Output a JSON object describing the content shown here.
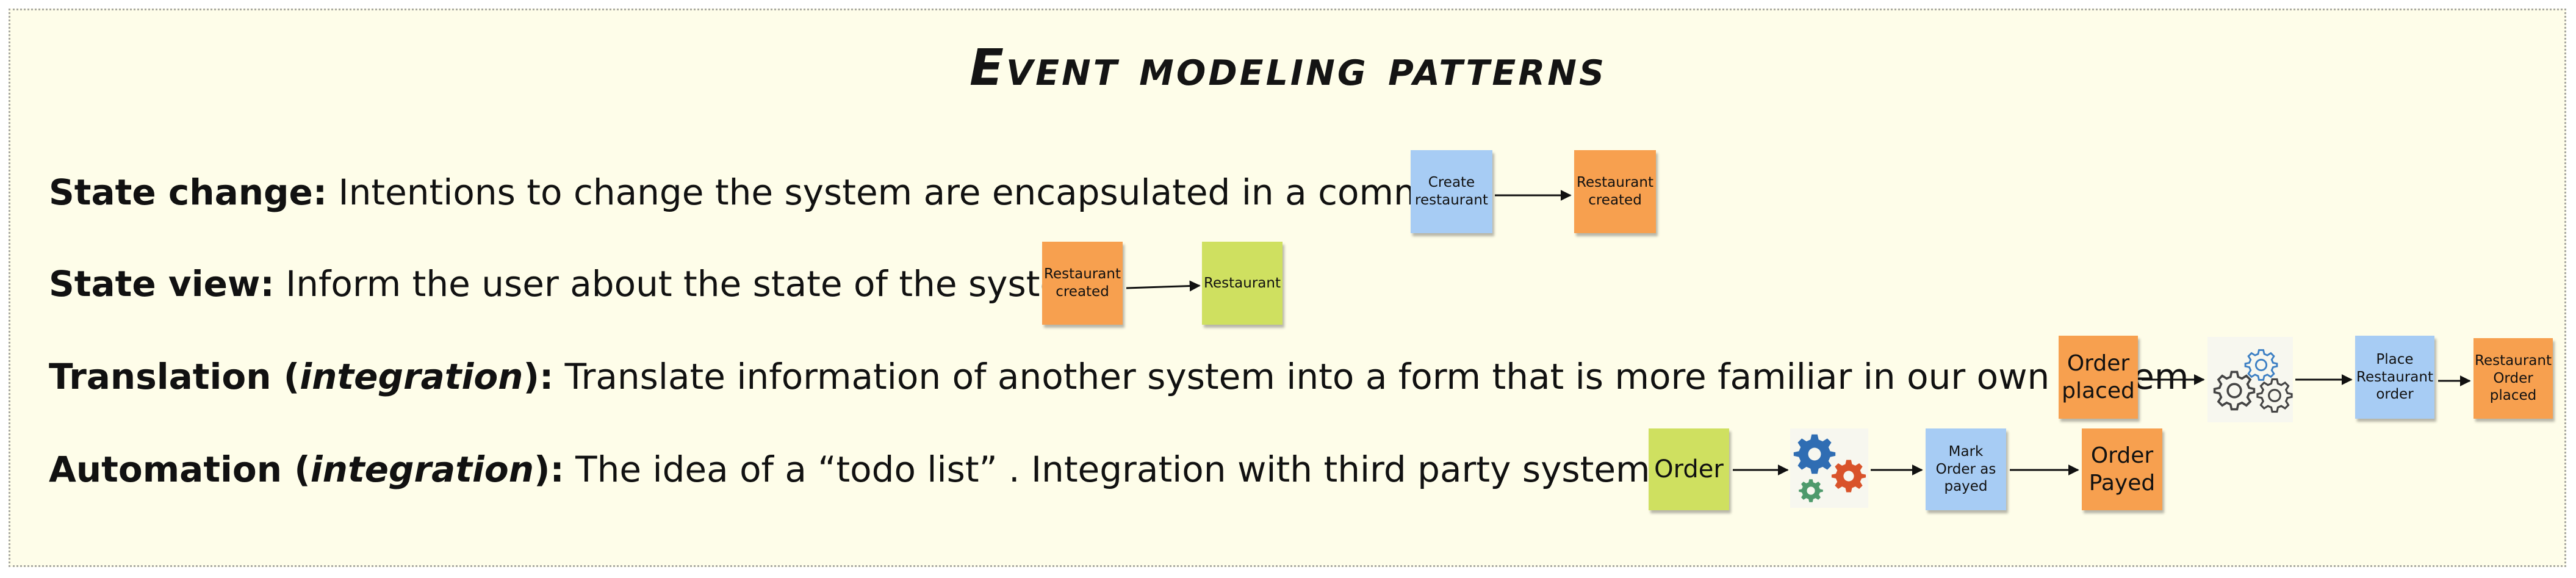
{
  "title": "Event modeling patterns",
  "colors": {
    "board": "#fefde9",
    "command": "#a7ccf4",
    "event": "#f7a04f",
    "view": "#cfe060",
    "gear_blue": "#2f6db3",
    "gear_red": "#d9532a",
    "gear_green": "#4e9a6c"
  },
  "rows": [
    {
      "label": "State change:",
      "description": " Intentions to change the system are encapsulated in a command",
      "flow": [
        "Create restaurant",
        "Restaurant created"
      ]
    },
    {
      "label": "State view:",
      "description": " Inform the user about the state of the system",
      "flow": [
        "Restaurant created",
        "Restaurant"
      ]
    },
    {
      "label_start": "Translation (",
      "label_italic": "integration",
      "label_end": "):",
      "description": " Translate information of another system into a form that is more familiar in our own system",
      "flow": [
        "Order placed",
        "gear-outline-icon",
        "Place Restaurant order",
        "Restaurant Order placed"
      ]
    },
    {
      "label_start": "Automation (",
      "label_italic": "integration",
      "label_end": "):",
      "description": " The idea of a “todo list” . Integration with third party systems",
      "flow": [
        "Order",
        "gear-colored-icon",
        "Mark Order as payed",
        "Order Payed"
      ]
    }
  ]
}
